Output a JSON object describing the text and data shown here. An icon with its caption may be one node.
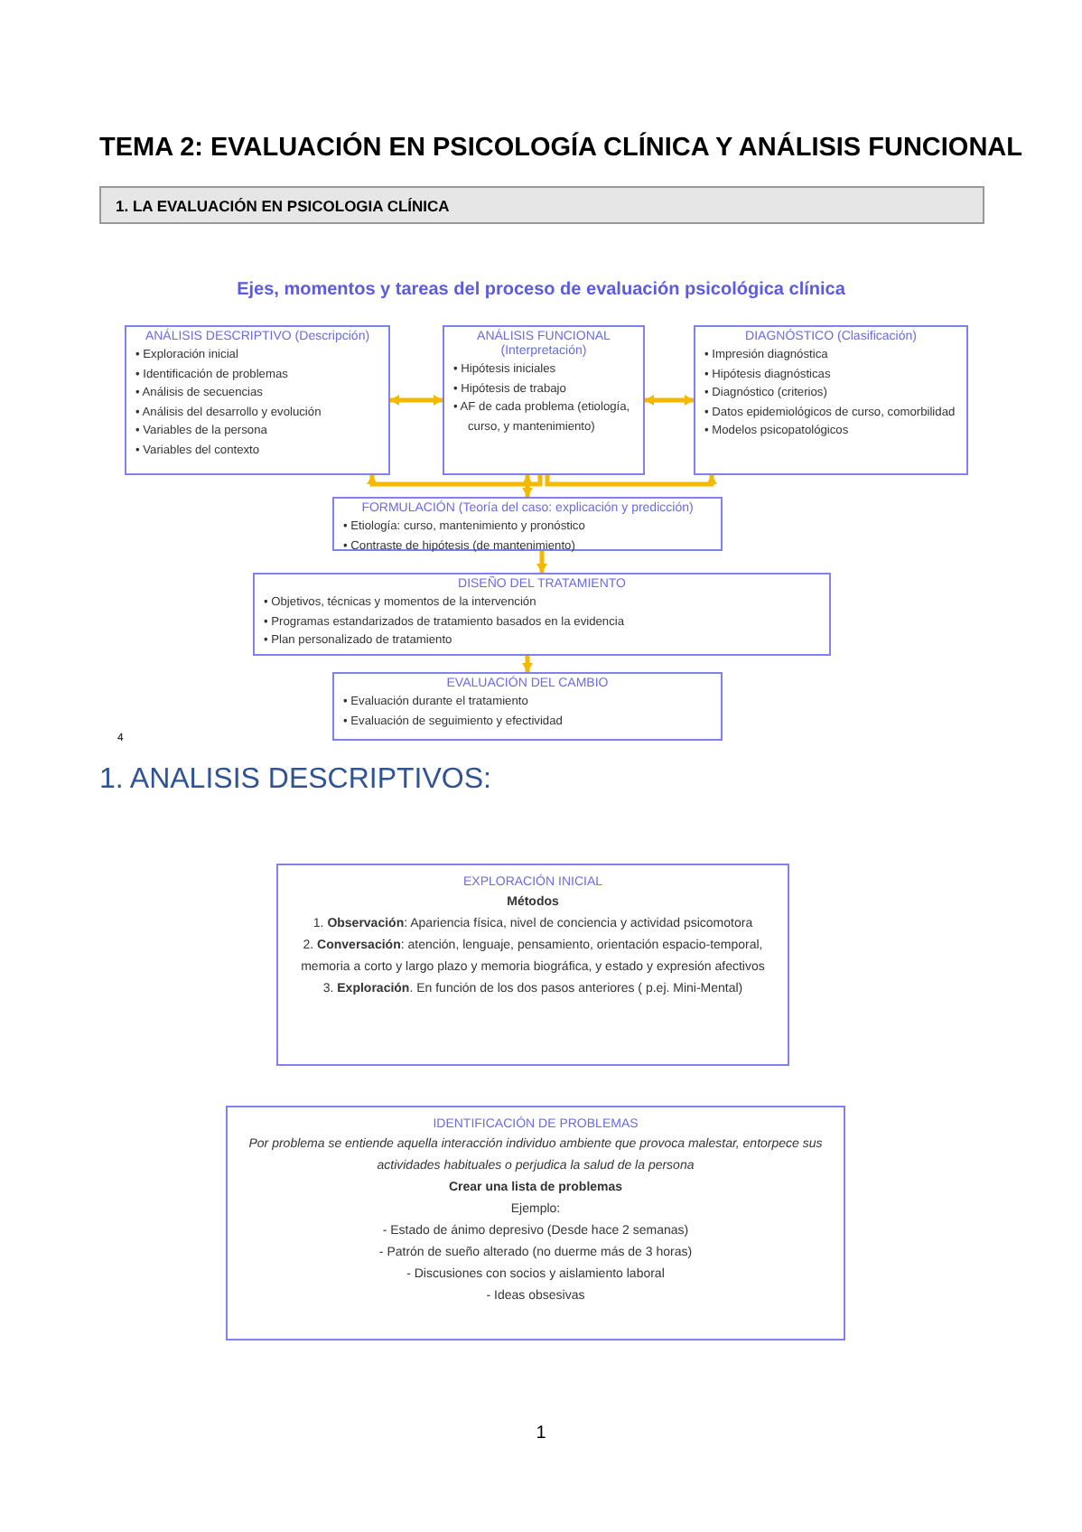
{
  "diagram": {
    "title": "TEMA 2: EVALUACIÓN EN PSICOLOGÍA CLÍNICA Y ANÁLISIS FUNCIONAL",
    "nodes": [
      {
        "text": [
          "1. LA EVALUACIÓN EN PSICOLOGIA CLÍNICA"
        ]
      },
      {
        "text": [
          "ANÁLISIS DESCRIPTIVO (Descripción)",
          "• Exploración inicial",
          "• Identificación de problemas",
          "• Análisis de secuencias",
          "• Análisis del desarrollo y evolución",
          "• Variables de la persona",
          "• Variables del contexto"
        ]
      },
      {
        "text": [
          "ANÁLISIS FUNCIONAL (Interpretación)",
          "• Hipótesis iniciales",
          "• Hipótesis de trabajo",
          "• AF de cada problema (etiología, curso, y mantenimiento)"
        ]
      },
      {
        "text": [
          "DIAGNÓSTICO (Clasificación)",
          "• Impresión diagnóstica",
          "• Hipótesis diagnósticas",
          "• Diagnóstico (criterios)",
          "• Datos epidemiológicos de curso, comorbilidad",
          "• Modelos psicopatológicos"
        ]
      },
      {
        "text": [
          "FORMULACIÓN (Teoría del caso: explicación y predicción)",
          "• Etiología: curso, mantenimiento y pronóstico",
          "• Contraste de hipótesis (de mantenimiento)"
        ]
      },
      {
        "text": [
          "DISEÑO DEL TRATAMIENTO",
          "• Objetivos, técnicas y momentos de la intervención",
          "• Programas estandarizados de tratamiento basados en la evidencia",
          "• Plan personalizado de tratamiento"
        ]
      },
      {
        "text": [
          "EVALUACIÓN DEL CAMBIO",
          "• Evaluación durante el tratamiento",
          "• Evaluación de seguimiento y efectividad"
        ]
      },
      {
        "text": [
          "EXPLORACIÓN INICIAL",
          "Métodos",
          "1. **Observación**: Apariencia física, nivel de conciencia y actividad psicomotora",
          "2. **Conversación**: atención, lenguaje, pensamiento, orientación espacio-temporal, memoria a corto y largo plazo y memoria biográfica, y estado y expresión afectivos",
          "3. **Exploración**. En función de los dos pasos anteriores ( p.ej. Mini-Mental)"
        ]
      },
      {
        "text": [
          "IDENTIFICACIÓN DE PROBLEMAS",
          "Por problema se entiende aquella interacción individuo ambiente que provoca malestar, entorpece sus actividades habituales o perjudica la salud de la persona",
          "Crear una lista de problemas",
          "Ejemplo:",
          "- Estado de ánimo depresivo (Desde hace 2 semanas)",
          "- Patrón de sueño alterado (no duerme más de 3 horas)",
          "- Discusiones con socios y aislamiento laboral",
          "- Ideas obsesivas"
        ]
      }
    ],
    "edges": [
      {
        "from": 1,
        "to": 2,
        "arrow": "both"
      },
      {
        "from": 2,
        "to": 3,
        "arrow": "both"
      },
      {
        "from": 2,
        "to": 4,
        "arrow": "both"
      },
      {
        "from": 2,
        "to": 1,
        "arrow": "to"
      },
      {
        "from": 2,
        "to": 3,
        "arrow": "to"
      },
      {
        "from": 4,
        "to": 5,
        "arrow": "to"
      },
      {
        "from": 5,
        "to": 6,
        "arrow": "to"
      }
    ],
    "labels": [
      "Ejes, momentos y tareas del proceso de evaluación psicológica clínica",
      "4",
      "1. ANALISIS DESCRIPTIVOS:",
      "1"
    ]
  }
}
